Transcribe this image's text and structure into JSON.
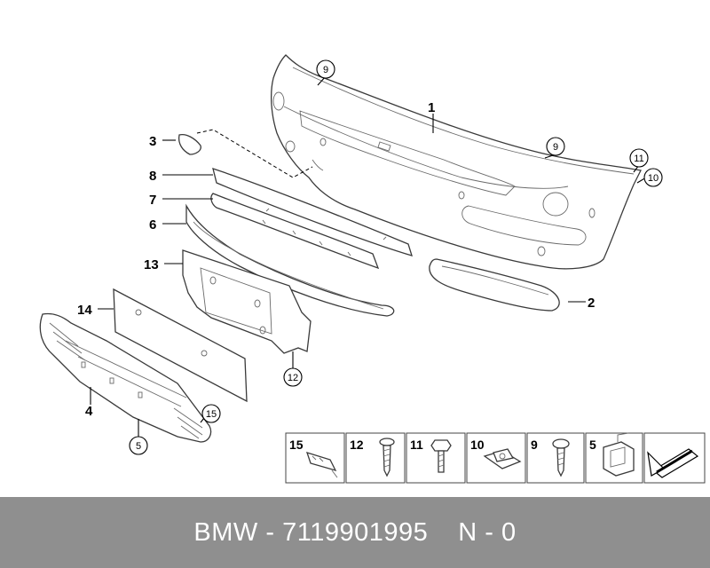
{
  "callouts": {
    "c1": "1",
    "c2": "2",
    "c3": "3",
    "c4": "4",
    "c5": "5",
    "c6": "6",
    "c7": "7",
    "c8": "8",
    "c9a": "9",
    "c9b": "9",
    "c10": "10",
    "c11": "11",
    "c12": "12",
    "c13": "13",
    "c14": "14",
    "c15": "15"
  },
  "legend": [
    {
      "num": "15",
      "icon": "clip-icon"
    },
    {
      "num": "12",
      "icon": "screw-icon"
    },
    {
      "num": "11",
      "icon": "hex-bolt-icon"
    },
    {
      "num": "10",
      "icon": "clip-nut-icon"
    },
    {
      "num": "9",
      "icon": "self-tapping-screw-icon"
    },
    {
      "num": "5",
      "icon": "bracket-clip-icon"
    },
    {
      "num": "",
      "icon": "direction-arrow-icon"
    }
  ],
  "footer": {
    "brand": "BMW",
    "separator": "-",
    "part_number": "7119901995",
    "suffix": "N - 0"
  }
}
